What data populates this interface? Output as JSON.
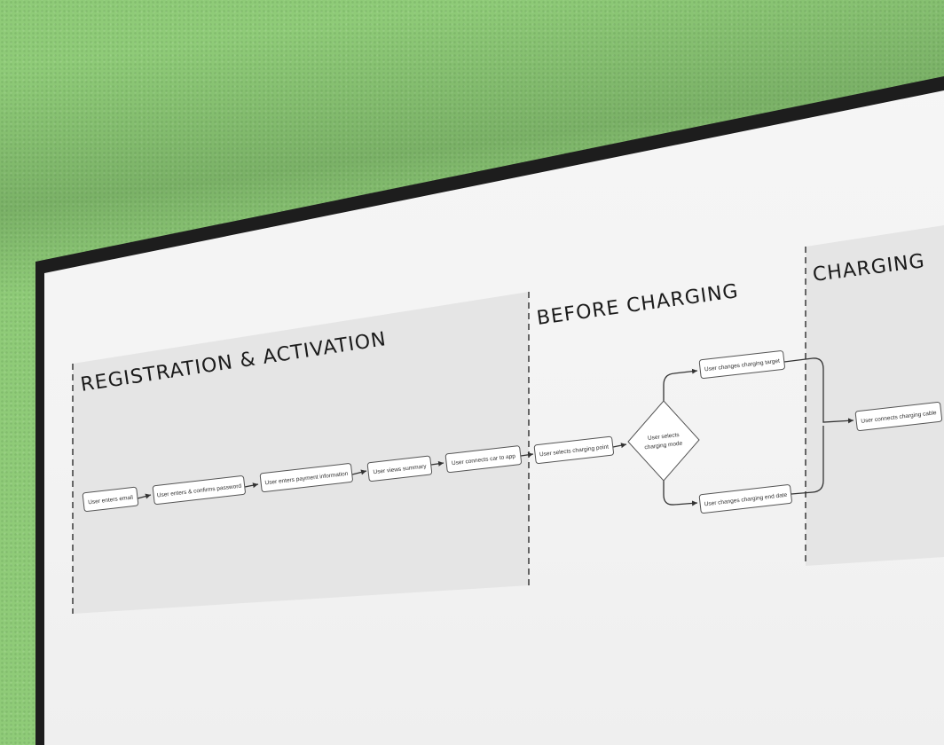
{
  "sections": {
    "registration": "REGISTRATION & ACTIVATION",
    "before_charging": "BEFORE CHARGING",
    "charging": "CHARGING"
  },
  "steps": {
    "enters_email": "User enters email",
    "enters_password": "User enters & confirms password",
    "enters_payment": "User enters payment information",
    "views_summary": "User views summary",
    "connects_car": "User connects car to app",
    "selects_point": "User selects charging point",
    "selects_mode_line1": "User selects",
    "selects_mode_line2": "charging mode",
    "changes_target": "User changes charging target",
    "changes_end_date": "User changes charging end date",
    "connects_cable": "User connects charging cable"
  },
  "colors": {
    "wall": "#8fcb78",
    "frame": "#1d1d1d",
    "board": "#f5f5f5",
    "zone": "#e5e5e5"
  }
}
